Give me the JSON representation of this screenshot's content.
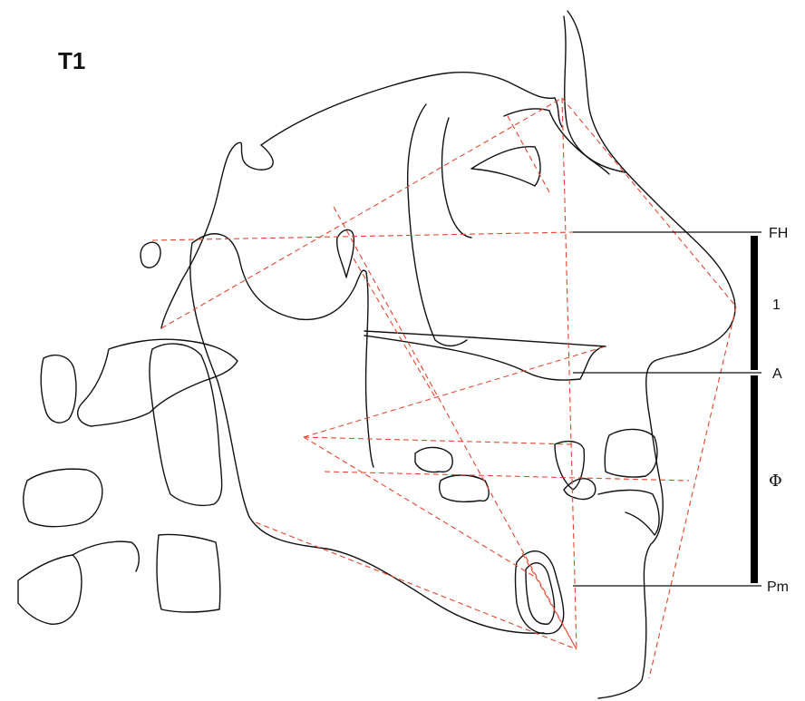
{
  "diagram": {
    "title": "T1",
    "levels": [
      {
        "id": "fh",
        "label": "FH"
      },
      {
        "id": "a",
        "label": "A"
      },
      {
        "id": "pm",
        "label": "Pm"
      }
    ],
    "segments": [
      {
        "id": "upper",
        "label": "1"
      },
      {
        "id": "lower",
        "label": "Φ"
      }
    ],
    "colors": {
      "tracing": "#111111",
      "construction_lines": "#e8452e",
      "scale_bar": "#000000"
    }
  }
}
